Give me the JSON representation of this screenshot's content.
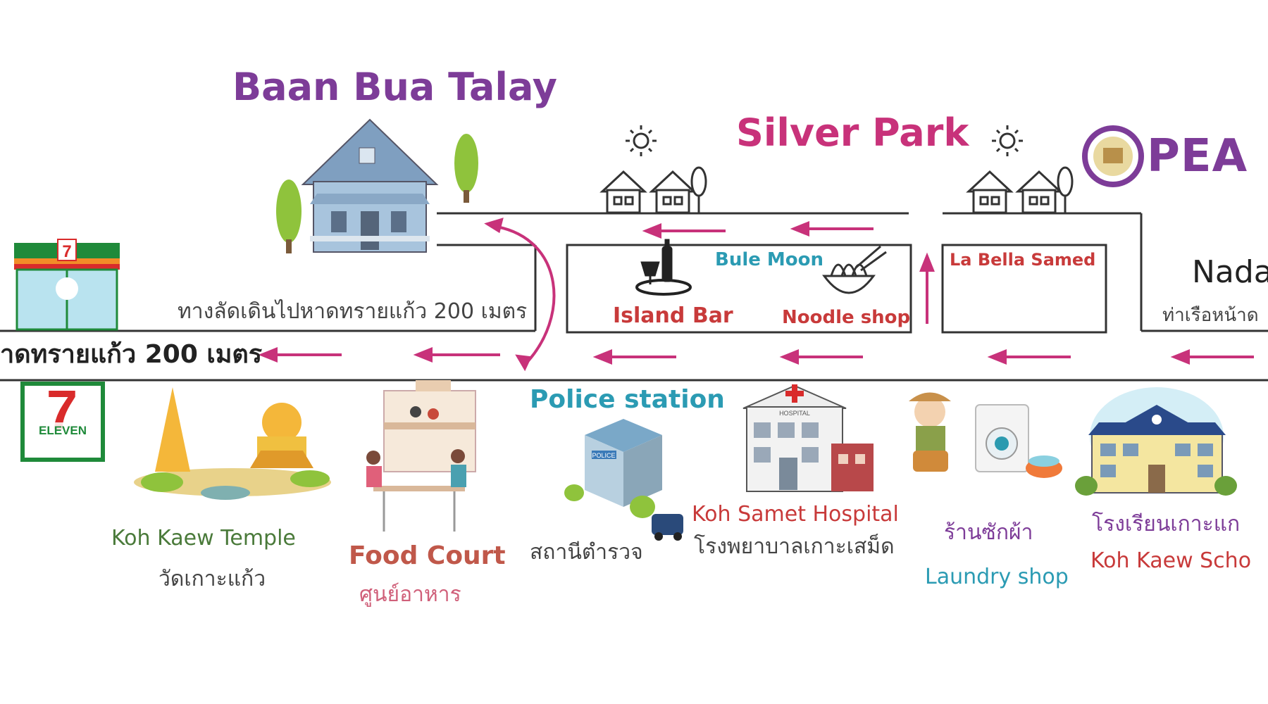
{
  "title_baan_bua": "Baan Bua Talay",
  "title_silver_park": "Silver Park",
  "pea_logo_text": "PEA",
  "nada_partial": "Nada",
  "nada_pier_th": "ท่าเรือหน้าด",
  "shortcut_th": "ทางลัดเดินไปหาดทรายแก้ว 200 เมตร",
  "road_sign_th": "าดทรายแก้ว 200 เมตร",
  "bule_moon": "Bule Moon",
  "island_bar": "Island Bar",
  "noodle_shop": "Noodle shop",
  "la_bella": "La Bella Samed",
  "police_en": "Police station",
  "police_th": "สถานีตำรวจ",
  "hospital_en": "Koh Samet Hospital",
  "hospital_th": "โรงพยาบาลเกาะเสม็ด",
  "laundry_th": "ร้านซักผ้า",
  "laundry_en": "Laundry shop",
  "school_th": "โรงเรียนเกาะแก",
  "school_en": "Koh Kaew Scho",
  "temple_en": "Koh Kaew Temple",
  "temple_th": "วัดเกาะแก้ว",
  "food_court_en": "Food Court",
  "food_court_th": "ศูนย์อาหาร",
  "seven_eleven_logo": "ELEVEN",
  "hospital_sign": "HOSPITAL",
  "police_sign": "POLICE",
  "colors": {
    "road": "#333333",
    "arrow": "#c8327a",
    "purple": "#7d3c98",
    "teal": "#2b9bb3",
    "red": "#c83a3a",
    "seven_green": "#1f8a3a",
    "seven_orange": "#f28c28",
    "seven_red": "#d92b2b"
  }
}
